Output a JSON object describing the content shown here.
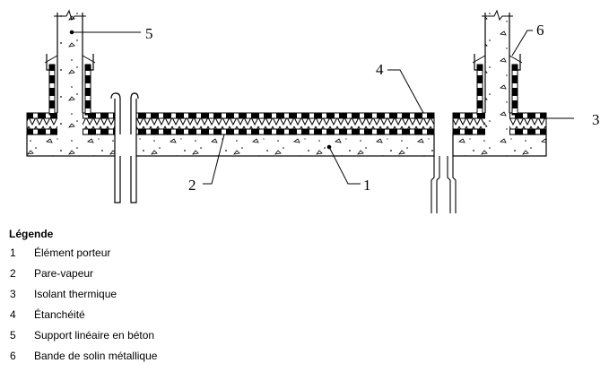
{
  "figure": {
    "callouts": [
      "1",
      "2",
      "3",
      "4",
      "5",
      "6"
    ]
  },
  "legend": {
    "title": "Légende",
    "items": [
      {
        "number": "1",
        "label": "Élément porteur"
      },
      {
        "number": "2",
        "label": "Pare-vapeur"
      },
      {
        "number": "3",
        "label": "Isolant thermique"
      },
      {
        "number": "4",
        "label": "Étanchéité"
      },
      {
        "number": "5",
        "label": "Support linéaire en béton"
      },
      {
        "number": "6",
        "label": "Bande de solin métallique"
      }
    ]
  }
}
